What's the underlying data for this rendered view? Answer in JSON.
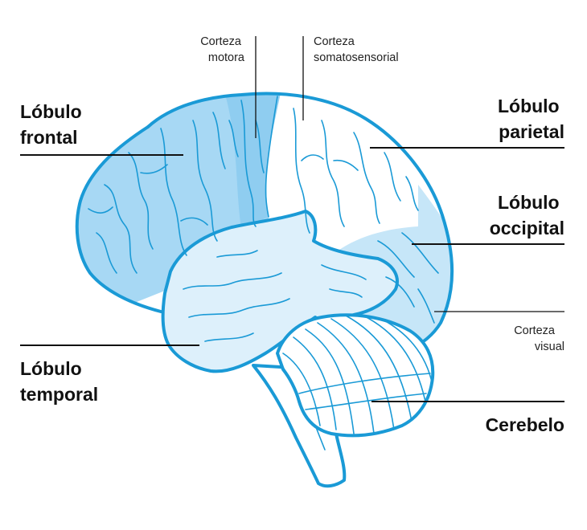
{
  "colors": {
    "outline": "#1a9ad6",
    "frontal_fill": "#a7d8f4",
    "motor_fill": "#8fcdf0",
    "parietal_fill": "#ffffff",
    "occipital_fill": "#c6e6f8",
    "temporal_fill": "#ddf0fb",
    "cerebellum_fill": "#ffffff",
    "label_text": "#111111"
  },
  "labels": {
    "frontal": [
      "Lóbulo",
      "frontal"
    ],
    "parietal": [
      "Lóbulo",
      "parietal"
    ],
    "occipital": [
      "Lóbulo",
      "occipital"
    ],
    "temporal": [
      "Lóbulo",
      "temporal"
    ],
    "cerebellum": [
      "Cerebelo"
    ],
    "motor_cortex": [
      "Corteza",
      "motora"
    ],
    "somatosensory_cortex": [
      "Corteza",
      "somatosensorial"
    ],
    "visual_cortex": [
      "Corteza",
      "visual"
    ]
  }
}
